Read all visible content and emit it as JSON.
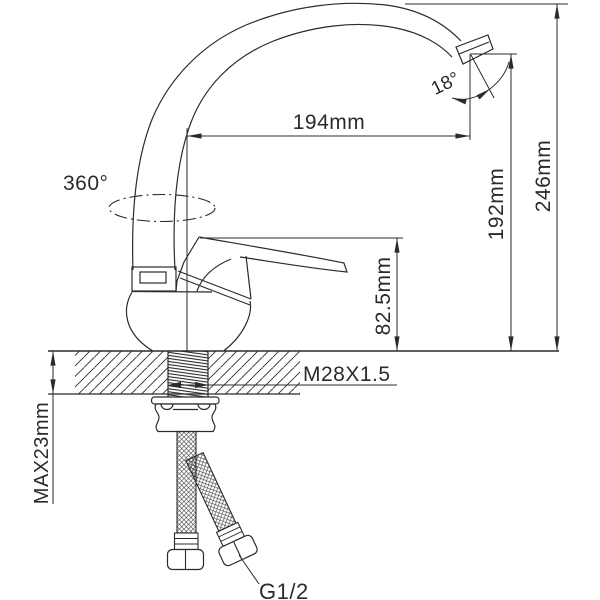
{
  "figure": {
    "kind": "technical-dimension-drawing",
    "colors": {
      "line": "#2b2b2b",
      "background": "#ffffff"
    }
  },
  "dims": {
    "swivel_angle": "360°",
    "outlet_angle": "18°",
    "spout_reach": "194mm",
    "outlet_height": "192mm",
    "overall_height": "246mm",
    "lever_height": "82.5mm",
    "mounting_thread": "M28X1.5",
    "max_counter_thickness": "MAX23mm",
    "hose_thread": "G1/2"
  }
}
